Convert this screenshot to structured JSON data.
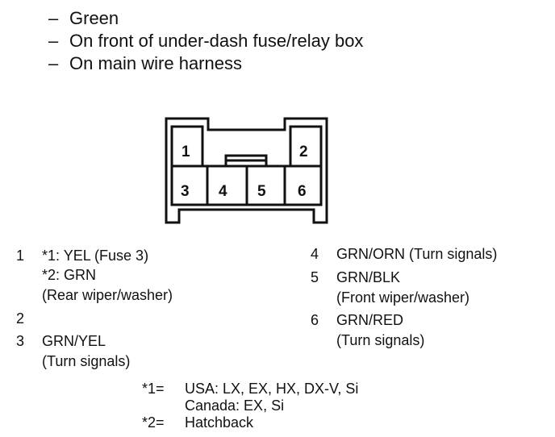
{
  "header": {
    "lines": [
      "Green",
      "On front of under-dash fuse/relay box",
      "On main wire harness"
    ],
    "dash": "–"
  },
  "connector": {
    "pins": [
      "1",
      "2",
      "3",
      "4",
      "5",
      "6"
    ]
  },
  "pinout": {
    "pin1": {
      "num": "1",
      "line1": "*1: YEL (Fuse 3)",
      "line2": "*2: GRN",
      "line3": "(Rear wiper/washer)"
    },
    "pin2": {
      "num": "2"
    },
    "pin3": {
      "num": "3",
      "line1": "GRN/YEL",
      "line2": "(Turn signals)"
    },
    "pin4": {
      "num": "4",
      "line1": "GRN/ORN (Turn signals)"
    },
    "pin5": {
      "num": "5",
      "line1": "GRN/BLK",
      "line2": "(Front wiper/washer)"
    },
    "pin6": {
      "num": "6",
      "line1": "GRN/RED",
      "line2": "(Turn signals)"
    }
  },
  "notes": {
    "note1_key": "*1=",
    "note1_line1": "USA: LX, EX, HX, DX-V, Si",
    "note1_line2": "Canada: EX, Si",
    "note2_key": "*2=",
    "note2_line1": "Hatchback"
  }
}
